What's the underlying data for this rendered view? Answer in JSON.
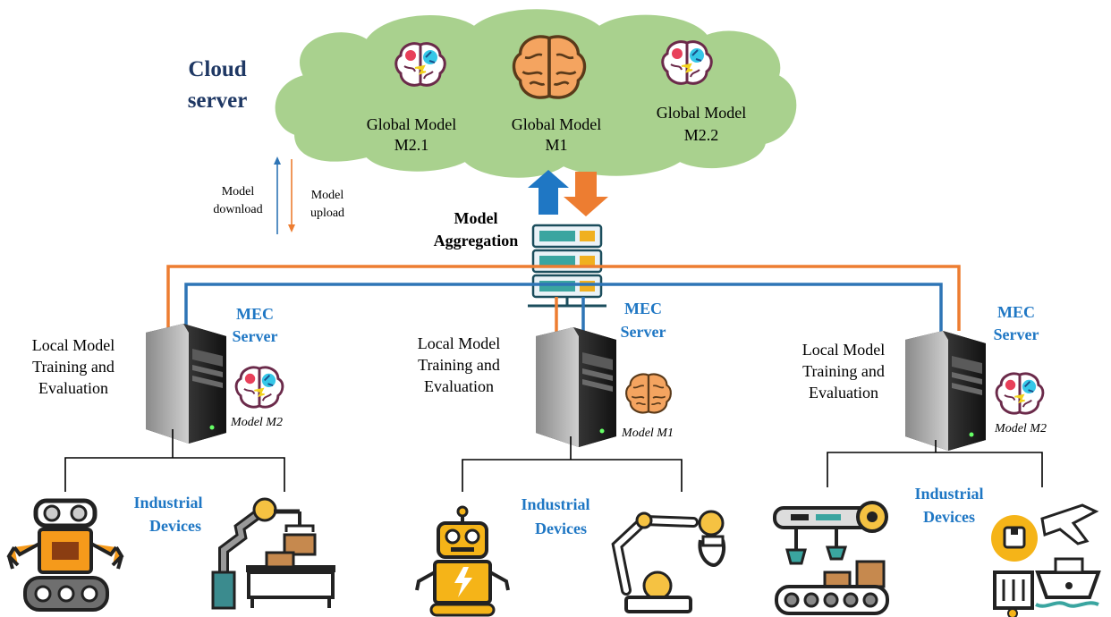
{
  "cloud": {
    "title_line1": "Cloud",
    "title_line2": "server",
    "models": [
      {
        "line1": "Global Model",
        "line2": "M2.1",
        "icon": "colorful-brain-icon"
      },
      {
        "line1": "Global Model",
        "line2": "M1",
        "icon": "orange-brain-icon"
      },
      {
        "line1": "Global Model",
        "line2": "M2.2",
        "icon": "colorful-brain-icon"
      }
    ]
  },
  "legend": {
    "download_line1": "Model",
    "download_line2": "download",
    "upload_line1": "Model",
    "upload_line2": "upload"
  },
  "aggregation": {
    "line1": "Model",
    "line2": "Aggregation"
  },
  "colors": {
    "cloud_fill": "#a9d18e",
    "title_navy": "#1f3864",
    "mec_blue": "#1f77c4",
    "download_blue": "#2e75b6",
    "upload_orange": "#ed7d31",
    "brain_orange": "#f4a460"
  },
  "branches": [
    {
      "mec_line1": "MEC",
      "mec_line2": "Server",
      "local_line1": "Local Model",
      "local_line2": "Training and",
      "local_line3": "Evaluation",
      "model_label": "Model M2",
      "devices_line1": "Industrial",
      "devices_line2": "Devices",
      "device_icons": [
        "orange-robot-icon",
        "conveyor-arm-icon"
      ]
    },
    {
      "mec_line1": "MEC",
      "mec_line2": "Server",
      "local_line1": "Local Model",
      "local_line2": "Training and",
      "local_line3": "Evaluation",
      "model_label": "Model M1",
      "devices_line1": "Industrial",
      "devices_line2": "Devices",
      "device_icons": [
        "yellow-robot-icon",
        "robotic-arm-icon"
      ]
    },
    {
      "mec_line1": "MEC",
      "mec_line2": "Server",
      "local_line1": "Local Model",
      "local_line2": "Training and",
      "local_line3": "Evaluation",
      "model_label": "Model M2",
      "devices_line1": "Industrial",
      "devices_line2": "Devices",
      "device_icons": [
        "assembly-line-icon",
        "logistics-icon"
      ]
    }
  ]
}
